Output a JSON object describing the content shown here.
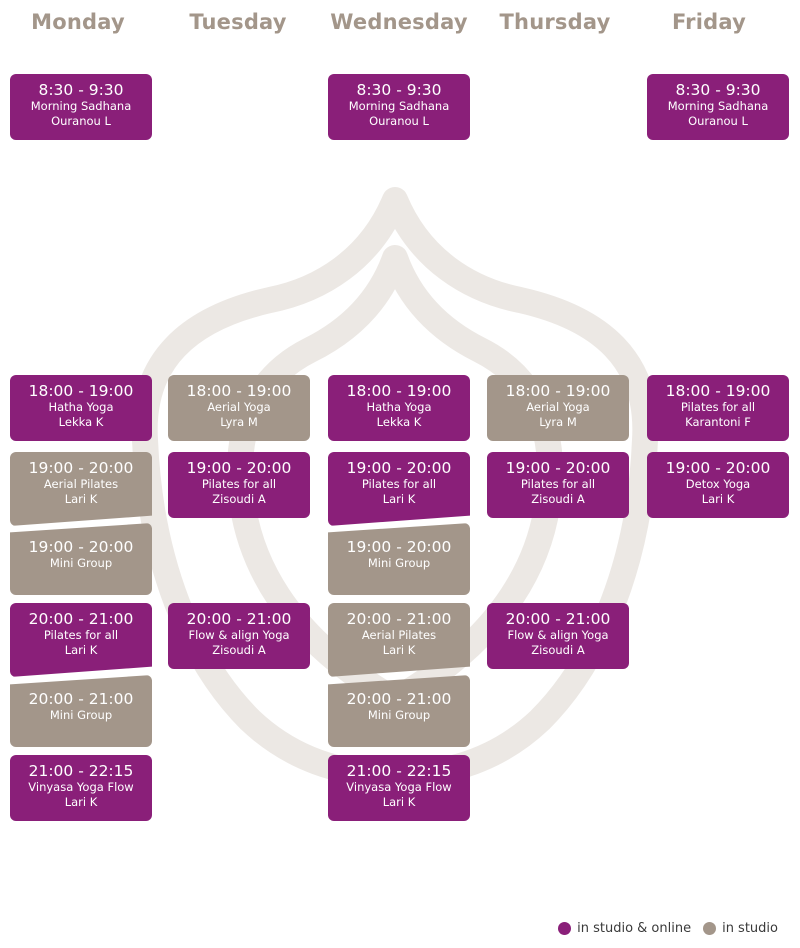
{
  "colors": {
    "online": "#8a1f79",
    "studio": "#a3968a",
    "header": "#a3968a"
  },
  "days": [
    "Monday",
    "Tuesday",
    "Wednesday",
    "Thursday",
    "Friday"
  ],
  "classes": [
    {
      "day": 0,
      "slot": "morning",
      "time": "8:30 - 9:30",
      "name": "Morning Sadhana",
      "teacher": "Ouranou L",
      "mode": "online"
    },
    {
      "day": 2,
      "slot": "morning",
      "time": "8:30 - 9:30",
      "name": "Morning Sadhana",
      "teacher": "Ouranou L",
      "mode": "online"
    },
    {
      "day": 4,
      "slot": "morning",
      "time": "8:30 - 9:30",
      "name": "Morning Sadhana",
      "teacher": "Ouranou L",
      "mode": "online"
    },
    {
      "day": 0,
      "slot": "18",
      "time": "18:00 - 19:00",
      "name": "Hatha Yoga",
      "teacher": "Lekka K",
      "mode": "online"
    },
    {
      "day": 1,
      "slot": "18",
      "time": "18:00 - 19:00",
      "name": "Aerial Yoga",
      "teacher": "Lyra M",
      "mode": "studio"
    },
    {
      "day": 2,
      "slot": "18",
      "time": "18:00 - 19:00",
      "name": "Hatha Yoga",
      "teacher": "Lekka K",
      "mode": "online"
    },
    {
      "day": 3,
      "slot": "18",
      "time": "18:00 - 19:00",
      "name": "Aerial Yoga",
      "teacher": "Lyra M",
      "mode": "studio"
    },
    {
      "day": 4,
      "slot": "18",
      "time": "18:00 - 19:00",
      "name": "Pilates for all",
      "teacher": "Karantoni F",
      "mode": "online"
    },
    {
      "day": 0,
      "slot": "19a",
      "time": "19:00 - 20:00",
      "name": "Aerial Pilates",
      "teacher": "Lari K",
      "mode": "studio"
    },
    {
      "day": 0,
      "slot": "19b",
      "time": "19:00 - 20:00",
      "name": "Mini Group",
      "teacher": "",
      "mode": "studio"
    },
    {
      "day": 1,
      "slot": "19",
      "time": "19:00 - 20:00",
      "name": "Pilates for all",
      "teacher": "Zisoudi A",
      "mode": "online"
    },
    {
      "day": 2,
      "slot": "19a",
      "time": "19:00 - 20:00",
      "name": "Pilates for all",
      "teacher": "Lari K",
      "mode": "online"
    },
    {
      "day": 2,
      "slot": "19b",
      "time": "19:00 - 20:00",
      "name": "Mini Group",
      "teacher": "",
      "mode": "studio"
    },
    {
      "day": 3,
      "slot": "19",
      "time": "19:00 - 20:00",
      "name": "Pilates for all",
      "teacher": "Zisoudi A",
      "mode": "online"
    },
    {
      "day": 4,
      "slot": "19",
      "time": "19:00 - 20:00",
      "name": "Detox Yoga",
      "teacher": "Lari K",
      "mode": "online"
    },
    {
      "day": 0,
      "slot": "20a",
      "time": "20:00 - 21:00",
      "name": "Pilates for all",
      "teacher": "Lari K",
      "mode": "online"
    },
    {
      "day": 0,
      "slot": "20b",
      "time": "20:00 - 21:00",
      "name": "Mini Group",
      "teacher": "",
      "mode": "studio"
    },
    {
      "day": 1,
      "slot": "20",
      "time": "20:00 - 21:00",
      "name": "Flow & align Yoga",
      "teacher": "Zisoudi A",
      "mode": "online"
    },
    {
      "day": 2,
      "slot": "20a",
      "time": "20:00 - 21:00",
      "name": "Aerial Pilates",
      "teacher": "Lari K",
      "mode": "studio"
    },
    {
      "day": 2,
      "slot": "20b",
      "time": "20:00 - 21:00",
      "name": "Mini Group",
      "teacher": "",
      "mode": "studio"
    },
    {
      "day": 3,
      "slot": "20",
      "time": "20:00 - 21:00",
      "name": "Flow & align Yoga",
      "teacher": "Zisoudi A",
      "mode": "online"
    },
    {
      "day": 0,
      "slot": "21",
      "time": "21:00 - 22:15",
      "name": "Vinyasa Yoga Flow",
      "teacher": "Lari K",
      "mode": "online"
    },
    {
      "day": 2,
      "slot": "21",
      "time": "21:00 - 22:15",
      "name": "Vinyasa Yoga Flow",
      "teacher": "Lari K",
      "mode": "online"
    }
  ],
  "legend": [
    {
      "label": "in studio & online",
      "mode": "online"
    },
    {
      "label": "in studio",
      "mode": "studio"
    }
  ]
}
